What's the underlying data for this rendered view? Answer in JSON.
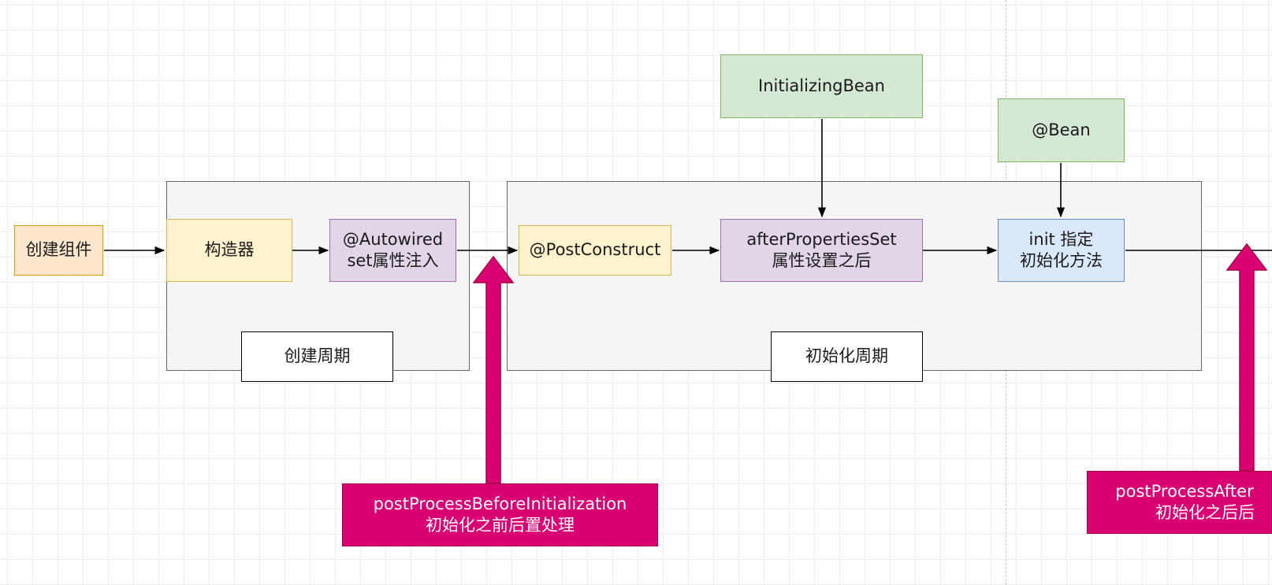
{
  "nodes": {
    "create_component": "创建组件",
    "constructor": "构造器",
    "autowired": {
      "line1": "@Autowired",
      "line2": "set属性注入"
    },
    "create_cycle_label": "创建周期",
    "post_construct": "@PostConstruct",
    "after_properties_set": {
      "line1": "afterPropertiesSet",
      "line2": "属性设置之后"
    },
    "init_method": {
      "line1": "init 指定",
      "line2": "初始化方法"
    },
    "init_cycle_label": "初始化周期",
    "initializing_bean": "InitializingBean",
    "bean_annotation": "@Bean",
    "post_process_before": {
      "line1": "postProcessBeforeInitialization",
      "line2": "初始化之前后置处理"
    },
    "post_process_after": {
      "line1": "postProcessAfter",
      "line2": "初始化之后后"
    }
  },
  "colors": {
    "pink_accent": "#d80073",
    "edge": "#000000"
  }
}
